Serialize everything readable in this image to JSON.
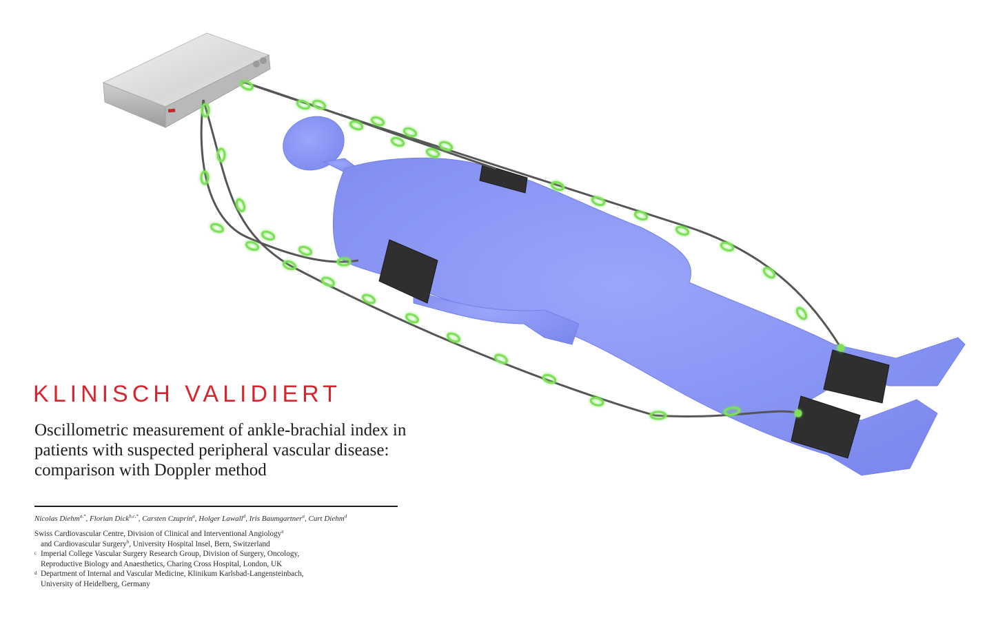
{
  "headline": "KLINISCH VALIDIERT",
  "title": "Oscillometric measurement of ankle-brachial index in patients with suspected peripheral vascular disease: comparison with Doppler method",
  "authors": [
    {
      "name": "Nicolas Diehm",
      "sup": "a,*"
    },
    {
      "name": "Florian Dick",
      "sup": "b,c,*"
    },
    {
      "name": "Carsten Czuprin",
      "sup": "a"
    },
    {
      "name": "Holger Lawall",
      "sup": "d"
    },
    {
      "name": "Iris Baumgartner",
      "sup": "a"
    },
    {
      "name": "Curt Diehm",
      "sup": "d"
    }
  ],
  "affiliations": {
    "ab": {
      "line1": "Swiss Cardiovascular Centre, Division of Clinical and Interventional Angiology",
      "line1_sup": "a",
      "line2": "and Cardiovascular Surgery",
      "line2_sup": "b",
      "line2_rest": ", University Hospital Insel, Bern, Switzerland"
    },
    "c": {
      "mark": "c",
      "line1": "Imperial College Vascular Surgery Research Group, Division of Surgery, Oncology,",
      "line2": "Reproductive Biology and Anaesthetics, Charing Cross Hospital, London, UK"
    },
    "d": {
      "mark": "d",
      "line1": "Department of Internal and Vascular Medicine, Klinikum Karlsbad-Langensteinbach,",
      "line2": "University of Heidelberg, Germany"
    }
  },
  "colors": {
    "headline": "#d6252c",
    "body": "#8f9bf5",
    "cuff": "#2f2f2f",
    "cable": "#555555",
    "link_glow": "#7ee05a",
    "device": "#dcdcdc"
  }
}
